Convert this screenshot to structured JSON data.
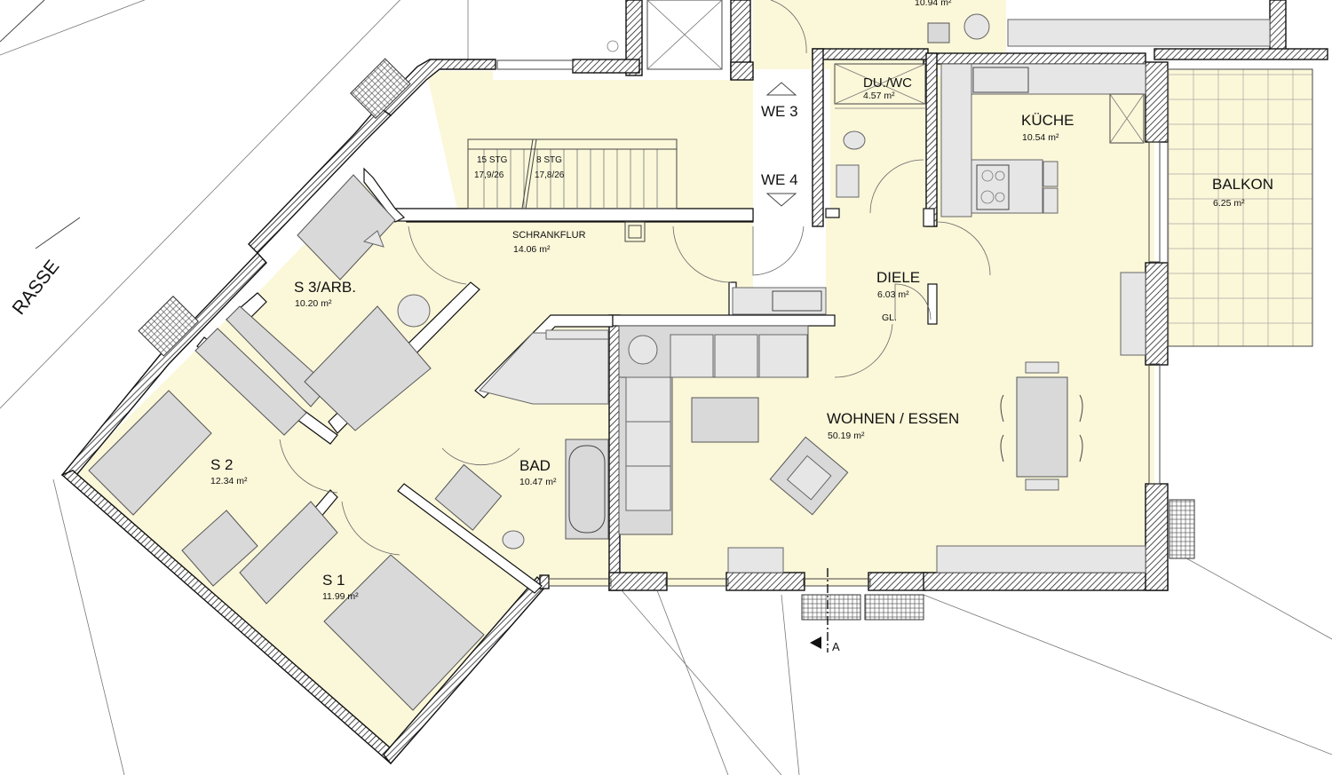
{
  "rooms": {
    "we3": "WE 3",
    "we4": "WE 4",
    "du_wc": {
      "name": "DU./WC",
      "area": "4.57 m²"
    },
    "kueche": {
      "name": "KÜCHE",
      "area": "10.54 m²"
    },
    "balkon": {
      "name": "BALKON",
      "area": "6.25 m²"
    },
    "schrankflur": {
      "name": "SCHRANKFLUR",
      "area": "14.06 m²"
    },
    "diele": {
      "name": "DIELE",
      "area": "6.03 m²",
      "note": "GL."
    },
    "s3": {
      "name": "S 3/ARB.",
      "area": "10.20 m²"
    },
    "s2": {
      "name": "S 2",
      "area": "12.34 m²"
    },
    "s1": {
      "name": "S 1",
      "area": "11.99 m²"
    },
    "bad": {
      "name": "BAD",
      "area": "10.47 m²"
    },
    "wohnen": {
      "name": "WOHNEN / ESSEN",
      "area": "50.19 m²"
    }
  },
  "stairs": {
    "left": "15 STG",
    "left_dim": "17,9/26",
    "right": "8 STG",
    "right_dim": "17,8/26"
  },
  "top_room_area": "10.94 m²",
  "street": "RASSE",
  "section_mark": "A"
}
